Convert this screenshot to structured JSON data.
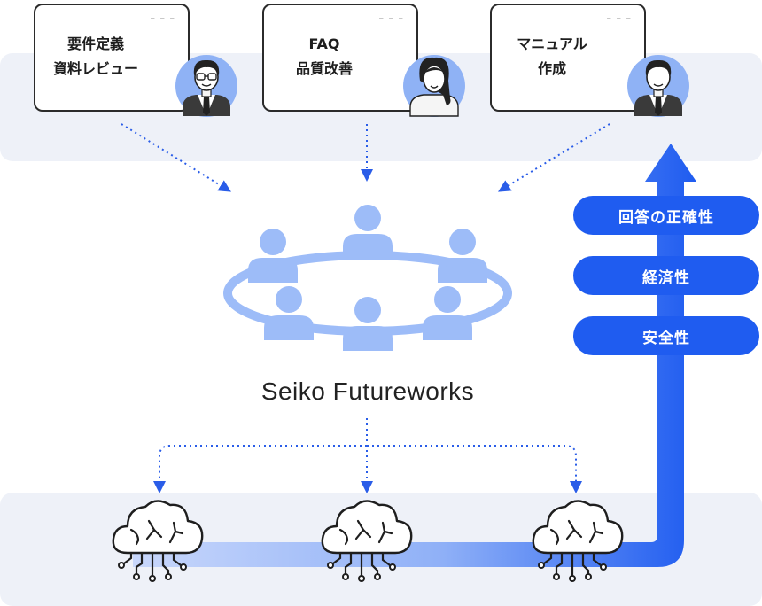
{
  "cards": [
    {
      "line1": "要件定義",
      "line2": "資料レビュー",
      "dots": "– – –",
      "avatar": "male-glasses-avatar"
    },
    {
      "line1": "FAQ",
      "line2": "品質改善",
      "dots": "– – –",
      "avatar": "female-avatar"
    },
    {
      "line1": "マニュアル",
      "line2": "作成",
      "dots": "– – –",
      "avatar": "male-avatar"
    }
  ],
  "center_title": "Seiko Futureworks",
  "qualities": [
    "回答の正確性",
    "経済性",
    "安全性"
  ],
  "colors": {
    "accent": "#1f5cf0",
    "people": "#9dbcf8",
    "band": "#eef1f8",
    "arrow_dot": "#2a5de8"
  },
  "icons": {
    "team": "meeting-table-icon",
    "ai": "ai-cloud-icon",
    "arrow": "upward-arrow-icon"
  }
}
